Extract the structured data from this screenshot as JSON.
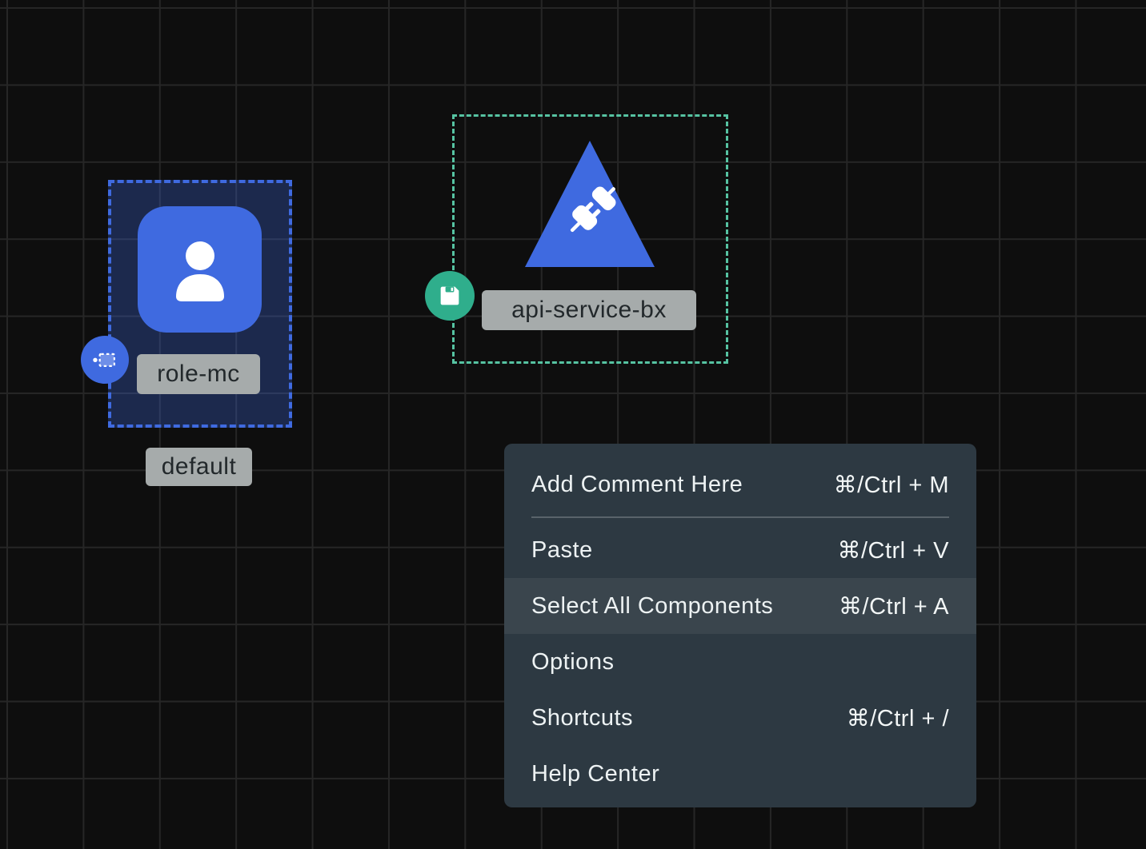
{
  "canvas": {
    "bg_color": "#0e0e0e",
    "grid_line_color": "#262626"
  },
  "nodes": [
    {
      "label": "role-mc",
      "sub_label": "default",
      "icon": "user-icon",
      "badge_icon": "marquee-selection-icon",
      "selection_color": "#3f6ae0",
      "tile_color": "#3f6ae0"
    },
    {
      "label": "api-service-bx",
      "icon": "plug-icon",
      "badge_icon": "save-icon",
      "selection_color": "#56c3a2",
      "badge_color": "#2fae8c",
      "shape_color": "#3f6ae0"
    }
  ],
  "context_menu": {
    "bg_color": "#2d3942",
    "highlight_color": "#3a454d",
    "items": [
      {
        "label": "Add Comment Here",
        "shortcut": "⌘/Ctrl + M",
        "highlighted": false
      },
      {
        "label": "Paste",
        "shortcut": "⌘/Ctrl + V",
        "highlighted": false
      },
      {
        "label": "Select All Components",
        "shortcut": "⌘/Ctrl + A",
        "highlighted": true
      },
      {
        "label": "Options",
        "shortcut": "",
        "highlighted": false
      },
      {
        "label": "Shortcuts",
        "shortcut": "⌘/Ctrl + /",
        "highlighted": false
      },
      {
        "label": "Help Center",
        "shortcut": "",
        "highlighted": false
      }
    ]
  }
}
